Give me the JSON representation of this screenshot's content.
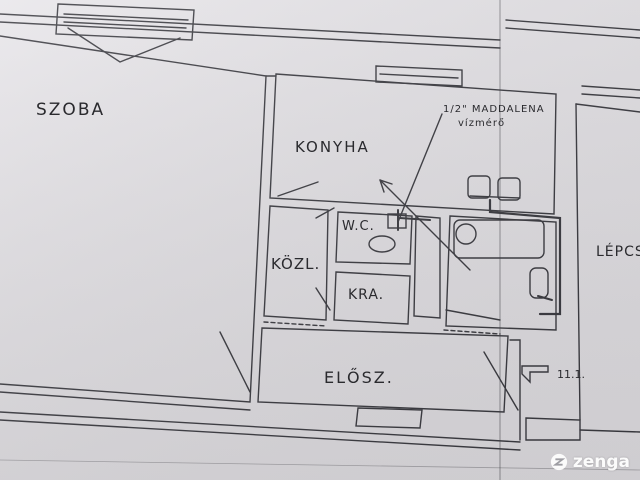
{
  "image": {
    "subject": "hand-drawn apartment floor plan on paper",
    "paper_color": "#e4e2e6",
    "ink_color": "#2a2a2e"
  },
  "rooms": {
    "szoba": "SZOBA",
    "konyha": "KONYHA",
    "wc": "W.C.",
    "kozl": "KÖZL.",
    "kra": "KRA.",
    "elosz": "ELŐSZ.",
    "lepcs": "LÉPCS"
  },
  "annotations": {
    "meter_line1": "1/2\" MADDALENA",
    "meter_line2": "vízmérő",
    "door_mark": "11.1."
  },
  "watermark": {
    "text": "zenga",
    "icon": "zenga-logo-icon"
  }
}
